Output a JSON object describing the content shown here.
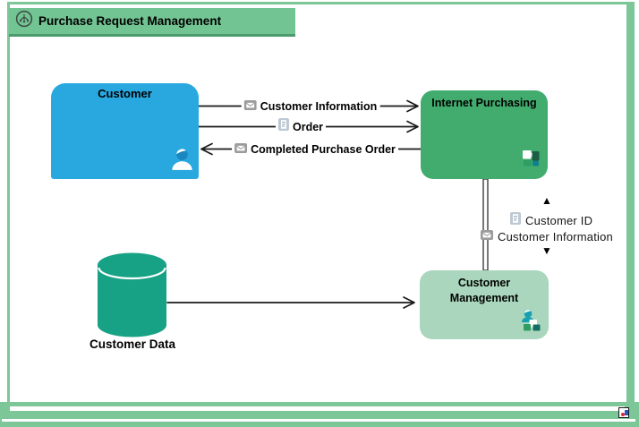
{
  "header": {
    "title": "Purchase Request Management",
    "icon": "model-type-icon"
  },
  "colors": {
    "frame_green": "#7cc698",
    "header_green": "#72c493",
    "customer_blue": "#29a8e0",
    "application_green": "#41ac6e",
    "application_light_green": "#a9d6bc",
    "data_teal": "#17a286",
    "logo_red": "#d22c2c",
    "logo_blue": "#2757c4"
  },
  "nodes": {
    "customer": {
      "label": "Customer",
      "color": "#29a8e0",
      "icon": "person-icon"
    },
    "internet_purchasing": {
      "label": "Internet Purchasing",
      "color": "#41ac6e",
      "icon": "puzzle-icon"
    },
    "customer_management": {
      "label": "Customer Management",
      "color": "#a9d6bc",
      "icon": "person-puzzle-icon"
    },
    "customer_data": {
      "label": "Customer Data",
      "color": "#17a286",
      "shape": "cylinder"
    }
  },
  "edges": {
    "customer_information": {
      "label": "Customer Information",
      "icon": "envelope-icon",
      "direction": "right"
    },
    "order": {
      "label": "Order",
      "icon": "document-icon",
      "direction": "right"
    },
    "completed_purchase_order": {
      "label": "Completed Purchase Order",
      "icon": "envelope-icon",
      "direction": "left"
    },
    "exchange": {
      "up_arrow": "▲",
      "down_arrow": "▼",
      "customer_id": {
        "label": "Customer ID",
        "icon": "document-icon"
      },
      "customer_information": {
        "label": "Customer Information",
        "icon": "envelope-icon"
      }
    },
    "customer_data_to_management": {
      "direction": "right"
    }
  }
}
